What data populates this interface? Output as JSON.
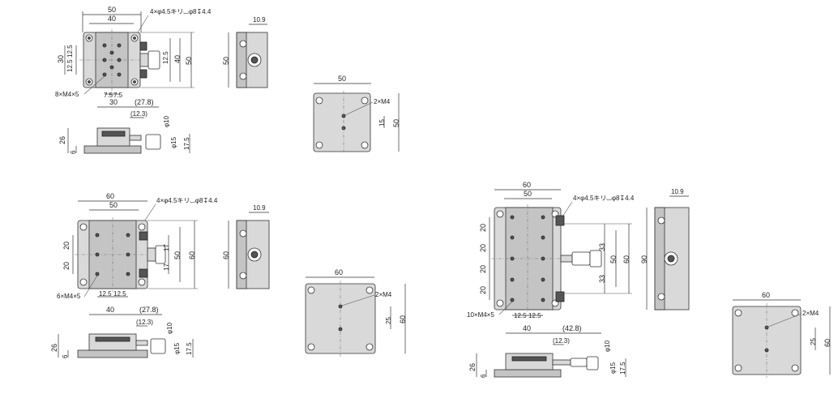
{
  "colors": {
    "line": "#333333",
    "body": "#d9d9d9",
    "shade": "#c4c4c4",
    "background": "#ffffff"
  },
  "stage_a": {
    "top": {
      "w50": "50",
      "w40": "40",
      "h30": "30",
      "h12_5a": "12.5",
      "h12_5b": "12.5",
      "r12_5": "12.5",
      "r40": "40",
      "r50": "50",
      "callout_bolt": "4×φ4.5キリ⌴φ8↧4.4",
      "callout_tap": "8×M4×5",
      "b7_5a": "7.5",
      "b7_5b": "7.5"
    },
    "side_top": {
      "w10_9": "10.9",
      "h50": "50"
    },
    "front": {
      "w30": "30",
      "w27_8": "(27.8)",
      "w12_3": "(12.3)",
      "phi10": "φ10",
      "h26": "26",
      "h6": "6",
      "phi15": "φ15",
      "h17_5": "17.5"
    },
    "base": {
      "w50": "50",
      "tap": "2×M4",
      "h15": "15",
      "h50": "50"
    }
  },
  "stage_b": {
    "top": {
      "w60": "60",
      "w50": "50",
      "callout_bolt": "4×φ4.5キリ⌴φ8↧4.4",
      "h20a": "20",
      "h20b": "20",
      "r17a": "17",
      "r17b": "17",
      "r50": "50",
      "r60": "60",
      "callout_tap": "6×M4×5",
      "b12_5a": "12.5",
      "b12_5b": "12.5"
    },
    "side_top": {
      "w10_9": "10.9",
      "h60": "60"
    },
    "front": {
      "w40": "40",
      "w27_8": "(27.8)",
      "w12_3": "(12.3)",
      "phi10": "φ10",
      "h26": "26",
      "h6": "6",
      "phi15": "φ15",
      "h17_5": "17.5"
    },
    "base": {
      "w60": "60",
      "tap": "2×M4",
      "h25": "25",
      "h60": "60"
    }
  },
  "stage_c": {
    "top": {
      "w60": "60",
      "w50": "50",
      "callout_bolt": "4×φ4.5キリ⌴φ8↧4.4",
      "h20a": "20",
      "h20b": "20",
      "h20c": "20",
      "h20d": "20",
      "r33a": "33",
      "r33b": "33",
      "r50": "50",
      "r60": "60",
      "r90": "90",
      "callout_tap": "10×M4×5",
      "b12_5a": "12.5",
      "b12_5b": "12.5"
    },
    "side_top": {
      "w10_9": "10.9"
    },
    "front": {
      "w40": "40",
      "w42_8": "(42.8)",
      "w12_3": "(12.3)",
      "phi10": "φ10",
      "h26": "26",
      "h6": "6",
      "phi15": "φ15",
      "h17_5": "17.5"
    },
    "base": {
      "w60": "60",
      "tap": "2×M4",
      "h25": "25",
      "h60": "60"
    }
  }
}
